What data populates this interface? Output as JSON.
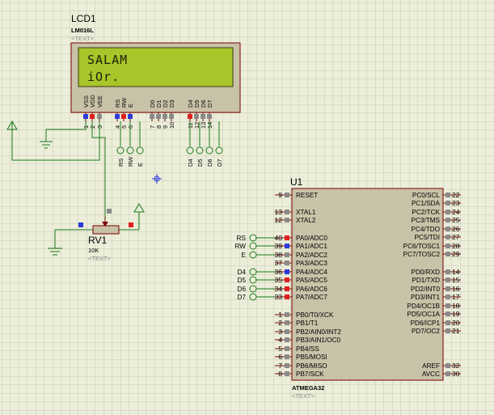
{
  "lcd": {
    "designator": "LCD1",
    "part": "LM016L",
    "text_placeholder": "<TEXT>",
    "display_line1": "SALAM",
    "display_line2": "iOr.",
    "pins": [
      {
        "name": "VSS",
        "num": "1"
      },
      {
        "name": "VDD",
        "num": "2"
      },
      {
        "name": "VEE",
        "num": "3"
      },
      {
        "name": "RS",
        "num": "4"
      },
      {
        "name": "RW",
        "num": "5"
      },
      {
        "name": "E",
        "num": "6"
      },
      {
        "name": "D0",
        "num": "7"
      },
      {
        "name": "D1",
        "num": "8"
      },
      {
        "name": "D2",
        "num": "9"
      },
      {
        "name": "D3",
        "num": "10"
      },
      {
        "name": "D4",
        "num": "11"
      },
      {
        "name": "D5",
        "num": "12"
      },
      {
        "name": "D6",
        "num": "13"
      },
      {
        "name": "D7",
        "num": "14"
      }
    ],
    "terminals": [
      "RS",
      "RW",
      "E",
      "D4",
      "D5",
      "D6",
      "D7"
    ]
  },
  "pot": {
    "designator": "RV1",
    "value": "10K",
    "text_placeholder": "<TEXT>"
  },
  "mcu": {
    "designator": "U1",
    "part": "ATMEGA32",
    "text_placeholder": "<TEXT>",
    "left_pins": [
      {
        "num": "9",
        "name": "RESET"
      },
      {
        "num": "13",
        "name": "XTAL1"
      },
      {
        "num": "12",
        "name": "XTAL2"
      },
      {
        "num": "40",
        "name": "PA0/ADC0"
      },
      {
        "num": "39",
        "name": "PA1/ADC1"
      },
      {
        "num": "38",
        "name": "PA2/ADC2"
      },
      {
        "num": "37",
        "name": "PA3/ADC3"
      },
      {
        "num": "36",
        "name": "PA4/ADC4"
      },
      {
        "num": "35",
        "name": "PA5/ADC5"
      },
      {
        "num": "34",
        "name": "PA6/ADC6"
      },
      {
        "num": "33",
        "name": "PA7/ADC7"
      },
      {
        "num": "1",
        "name": "PB0/T0/XCK"
      },
      {
        "num": "2",
        "name": "PB1/T1"
      },
      {
        "num": "3",
        "name": "PB2/AIN0/INT2"
      },
      {
        "num": "4",
        "name": "PB3/AIN1/OC0"
      },
      {
        "num": "5",
        "name": "PB4/SS"
      },
      {
        "num": "6",
        "name": "PB5/MOSI"
      },
      {
        "num": "7",
        "name": "PB6/MISO"
      },
      {
        "num": "8",
        "name": "PB7/SCK"
      }
    ],
    "right_pins": [
      {
        "num": "22",
        "name": "PC0/SCL"
      },
      {
        "num": "23",
        "name": "PC1/SDA"
      },
      {
        "num": "24",
        "name": "PC2/TCK"
      },
      {
        "num": "25",
        "name": "PC3/TMS"
      },
      {
        "num": "26",
        "name": "PC4/TDO"
      },
      {
        "num": "27",
        "name": "PC5/TDI"
      },
      {
        "num": "28",
        "name": "PC6/TOSC1"
      },
      {
        "num": "29",
        "name": "PC7/TOSC2"
      },
      {
        "num": "14",
        "name": "PD0/RXD"
      },
      {
        "num": "15",
        "name": "PD1/TXD"
      },
      {
        "num": "16",
        "name": "PD2/INT0"
      },
      {
        "num": "17",
        "name": "PD3/INT1"
      },
      {
        "num": "18",
        "name": "PD4/OC1B"
      },
      {
        "num": "19",
        "name": "PD5/OC1A"
      },
      {
        "num": "20",
        "name": "PD6/ICP1"
      },
      {
        "num": "21",
        "name": "PD7/OC2"
      },
      {
        "num": "32",
        "name": "AREF"
      },
      {
        "num": "30",
        "name": "AVCC"
      }
    ],
    "terminals": [
      "RS",
      "RW",
      "E",
      "D4",
      "D5",
      "D6",
      "D7"
    ]
  },
  "colors": {
    "background": "#eceed9",
    "grid": "#c9cbb6",
    "wire": "#1a7a1a",
    "body_outline": "#7a0000",
    "body_fill": "#c8c2a8",
    "lcd_screen": "#a8c62a",
    "pin_blue": "#2a3bd8",
    "pin_red": "#e02020",
    "pin_gray": "#8a8a8a"
  }
}
